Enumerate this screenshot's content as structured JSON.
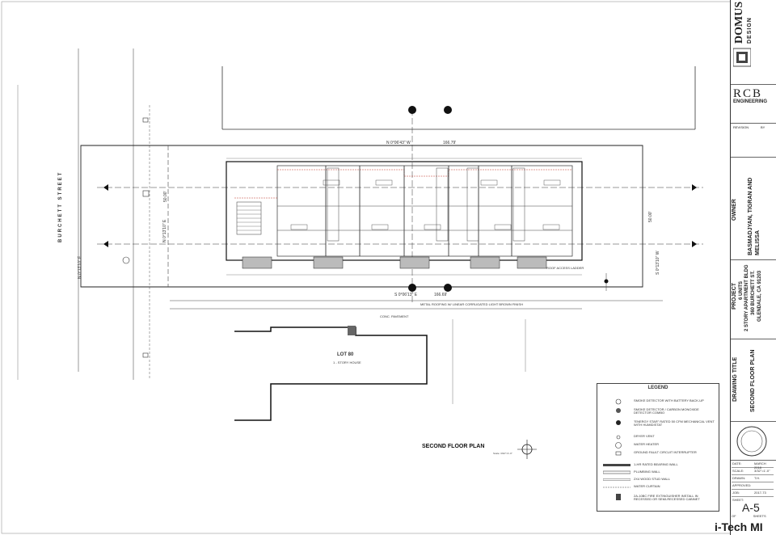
{
  "street": {
    "name": "BURCHETT STREET",
    "bearing": "N 0°13'10\" E"
  },
  "bearings": {
    "north": "N 0°06'43\" W",
    "north_len": "166.79'",
    "south": "S 0°06'13\" E",
    "south_len": "166.69'",
    "west": "N 0°13'10\" E",
    "west_len": "50.00'",
    "east": "S 0°13'10\" W",
    "east_len": "50.00'"
  },
  "lot": {
    "name": "LOT 80",
    "sub": "1 - STORY HOUSE"
  },
  "plan_labels": {
    "conc_pavement": "CONC. PAVEMENT",
    "metal_roofing": "METAL ROOFING W/ LINEAR CORRUGATED LIGHT BROWN FINISH",
    "roof_access": "ROOF ACCESS LADDER"
  },
  "caption": {
    "title": "SECOND FLOOR PLAN",
    "scale": "Scale: 3/32\"=1'-0\""
  },
  "legend": {
    "title": "LEGEND",
    "items": [
      "SMOKE DETECTOR WITH BATTERY BACK-UP",
      "SMOKE DETECTOR / CARBON MONOXIDE DETECTOR COMBO",
      "\"ENERGY STAR\" RATED 50 CFM MECHANICAL VENT WITH HUMIDISTAT",
      "DRYER VENT",
      "WATER HEATER",
      "GROUND FAULT CIRCUIT INTERRUPTER",
      "1-HR RATED BEARING WALL",
      "PLUMBING WALL",
      "2X4 WOOD STUD WALL",
      "WATER CURTAIN",
      "2A-10BC FIRE EXTINGUISHER INSTALL IN RECESSED OR SEMI-RECESSED CABINET"
    ]
  },
  "titleblock": {
    "firm": "DOMUS",
    "firm_sub": "DESIGN",
    "engineer": "RCB",
    "engineer_sub": "ENGINEERING",
    "revision": "REVISION",
    "by": "BY",
    "owner_label": "OWNER",
    "owner_name": "BASMADJYAN, TIGRAN AND MELISSA",
    "project_label": "PROJECT",
    "project_line1": "6 UNITS",
    "project_line2": "2 STORY APARTMENT BLDG",
    "project_line3": "360 BURCHETT ST.",
    "project_line4": "GLENDALE, CA 91203",
    "drawing_title_label": "DRAWING TITLE",
    "drawing_title": "SECOND FLOOR PLAN",
    "date_label": "DATE:",
    "date_value": "MARCH 2018",
    "scale_label": "SCALE:",
    "scale_value": "3/32\"=1'-0\"",
    "drawn_label": "DRAWN:",
    "drawn_value": "T.H.",
    "approved_label": "APPROVED:",
    "job_label": "JOB:",
    "job_value": "2017-73",
    "sheet_label": "SHEET:",
    "sheet_number": "A-5",
    "of_label": "OF",
    "sheets_label": "SHEETS"
  },
  "watermark": "i-Tech MI"
}
